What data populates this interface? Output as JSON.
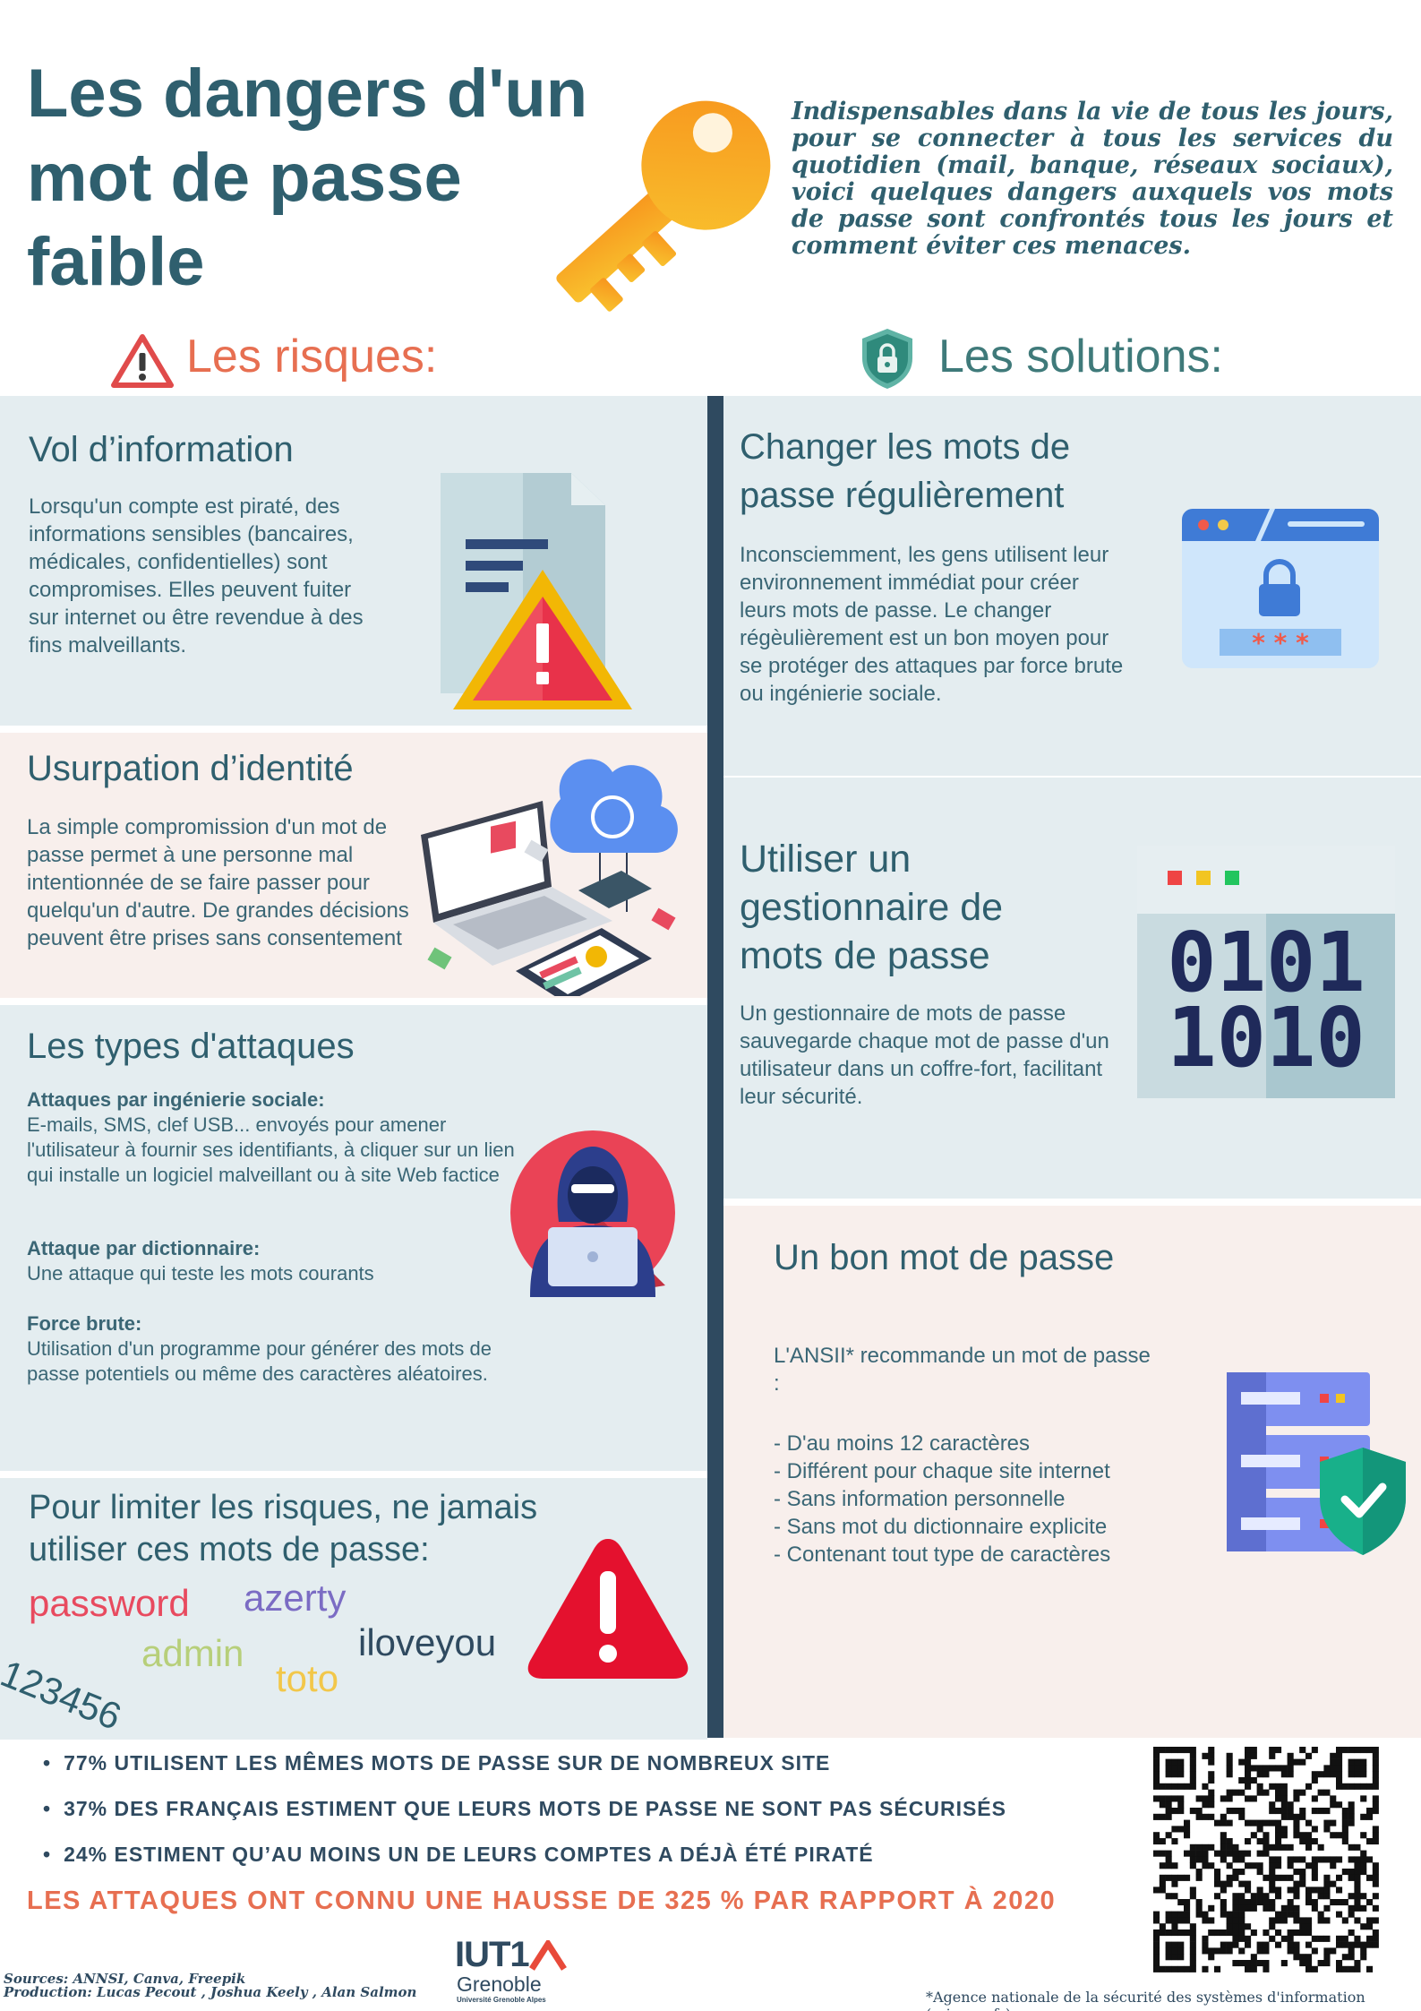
{
  "header": {
    "title_lines": [
      "Les dangers d'un",
      "mot de passe",
      "faible"
    ],
    "intro": "Indispensables dans la vie de tous les jours, pour se connecter à tous les services du quotidien (mail, banque, réseaux sociaux), voici quelques dangers auxquels vos mots de passe sont confrontés tous les jours et comment éviter ces menaces."
  },
  "columns": {
    "risks_title": "Les risques:",
    "risks_icon": "warning-icon",
    "solutions_title": "Les solutions:",
    "solutions_icon": "shield-lock-icon"
  },
  "risks": {
    "vol": {
      "title": "Vol d’information",
      "text": "Lorsqu'un compte est piraté, des informations sensibles (bancaires, médicales, confidentielles) sont compromises. Elles peuvent fuiter sur internet ou être revendue à des fins malveillants.",
      "icon": "document-warning-icon"
    },
    "usurpation": {
      "title": "Usurpation d’identité",
      "text": "La simple compromission d'un mot de passe permet à une personne mal intentionnée de se faire passer pour quelqu'un d'autre. De grandes décisions peuvent être prises sans consentement",
      "icon": "laptop-cloud-icon"
    },
    "attaques": {
      "title": "Les types d'attaques",
      "items": [
        {
          "label": "Attaques par ingénierie sociale:",
          "text": "E-mails, SMS, clef USB... envoyés pour amener l'utilisateur à fournir ses identifiants,    à cliquer sur un lien qui installe un logiciel malveillant  ou à site Web factice"
        },
        {
          "label": "Attaque par dictionnaire:",
          "text": "Une attaque qui teste les mots courants"
        },
        {
          "label": "Force brute:",
          "text": "Utilisation d'un programme pour générer des mots de passe potentiels ou même des caractères aléatoires."
        }
      ],
      "icon": "hacker-icon"
    },
    "limiter": {
      "title_lines": [
        "Pour limiter les risques, ne jamais",
        "utiliser ces mots de passe:"
      ],
      "words": [
        "password",
        "azerty",
        "admin",
        "iloveyou",
        "123456",
        "toto"
      ],
      "icon": "alert-triangle-icon"
    }
  },
  "solutions": {
    "changer": {
      "title_lines": [
        "Changer les mots de",
        "passe régulièrement"
      ],
      "text": "Inconsciemment, les gens utilisent leur environnement immédiat pour créer leurs mots de passe. Le changer régèulièrement est un bon moyen pour se protéger des attaques par force brute ou ingénierie sociale.",
      "icon": "browser-lock-icon",
      "password_mask": "* * *"
    },
    "gestionnaire": {
      "title_lines": [
        "Utiliser un",
        "gestionnaire de",
        "mots de passe"
      ],
      "text": "Un gestionnaire de mots de passe sauvegarde chaque mot de passe d'un utilisateur dans un coffre-fort, facilitant leur sécurité.",
      "icon": "binary-window-icon",
      "binary_lines": [
        "0101",
        "1010"
      ]
    },
    "bon": {
      "title": "Un bon mot de passe",
      "intro": "L'ANSII* recommande un mot de passe :",
      "list": [
        "- D'au moins 12 caractères",
        "- Différent pour chaque site internet",
        "- Sans information personnelle",
        "- Sans mot du dictionnaire explicite",
        "- Contenant tout type de caractères"
      ],
      "icon": "server-shield-icon"
    }
  },
  "stats": [
    "77% UTILISENT LES MÊMES MOTS DE PASSE SUR DE NOMBREUX SITE",
    "37% DES FRANÇAIS ESTIMENT QUE LEURS MOTS DE PASSE NE SONT PAS SÉCURISÉS",
    "24% ESTIMENT QU’AU MOINS UN DE LEURS COMPTES A DÉJÀ ÉTÉ PIRATÉ"
  ],
  "headline": "LES ATTAQUES ONT CONNU UNE HAUSSE DE 325 % PAR RAPPORT À 2020",
  "footer": {
    "sources": "Sources:  ANNSI,  Canva,  Freepik",
    "production": "Production:  Lucas Pecout , Joshua Keely , Alan Salmon",
    "logo_main": "IUT1",
    "logo_city": "Grenoble",
    "logo_univ": "Université Grenoble Alpes",
    "footnote": "*Agence nationale de la sécurité des systèmes d'information (ssi.gouv.fr)",
    "qr_icon": "qr-code-icon"
  },
  "colors": {
    "title": "#2f5f6e",
    "risk_orange": "#e76f51",
    "panel_blue": "#e4edf0",
    "panel_pink": "#f8efec",
    "divider": "#2f4a60"
  }
}
